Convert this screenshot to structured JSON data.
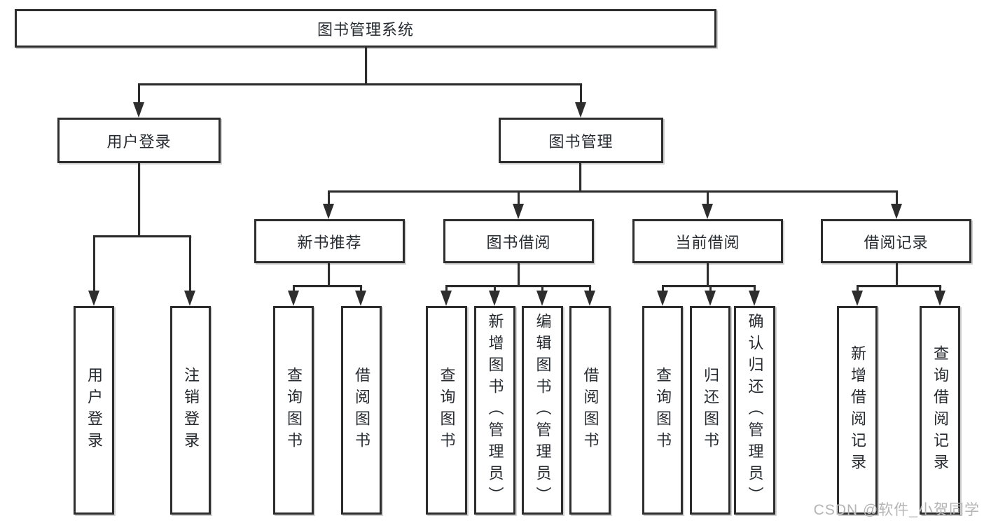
{
  "diagram": {
    "root": {
      "label": "图书管理系统"
    },
    "level2": [
      {
        "label": "用户登录"
      },
      {
        "label": "图书管理"
      }
    ],
    "level3": [
      {
        "label": "新书推荐"
      },
      {
        "label": "图书借阅"
      },
      {
        "label": "当前借阅"
      },
      {
        "label": "借阅记录"
      }
    ],
    "leaves": {
      "user_login": [
        {
          "label": "用户登录"
        },
        {
          "label": "注销登录"
        }
      ],
      "new_books": [
        {
          "label": "查询图书"
        },
        {
          "label": "借阅图书"
        }
      ],
      "borrow": [
        {
          "label": "查询图书"
        },
        {
          "label": "新增图书（管理员）"
        },
        {
          "label": "编辑图书（管理员）"
        },
        {
          "label": "借阅图书"
        }
      ],
      "current": [
        {
          "label": "查询图书"
        },
        {
          "label": "归还图书"
        },
        {
          "label": "确认归还（管理员）"
        }
      ],
      "records": [
        {
          "label": "新增借阅记录"
        },
        {
          "label": "查询借阅记录"
        }
      ]
    },
    "watermark": "CSDN @软件_小贺同学",
    "colors": {
      "line": "#2d2d2d",
      "box_border": "#2d2d2d",
      "text": "#262b31",
      "watermark": "#b5b5b5",
      "background": "#ffffff"
    }
  }
}
